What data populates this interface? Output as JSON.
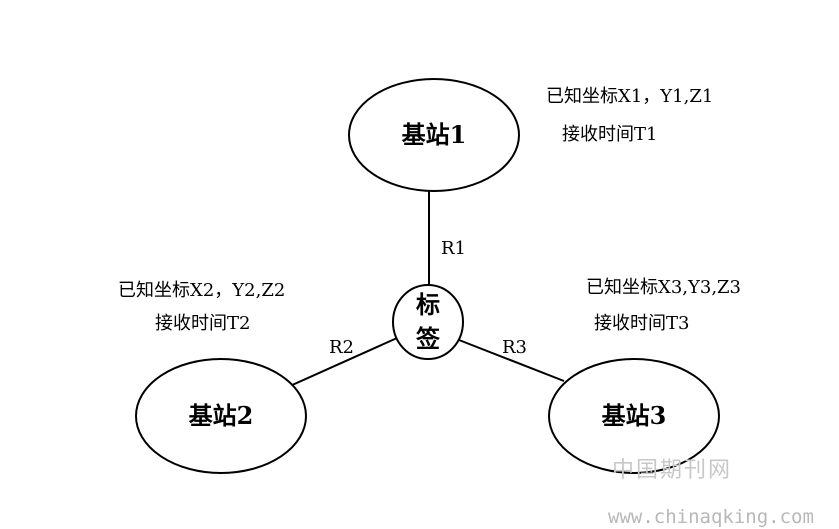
{
  "nodes": {
    "base1": {
      "label": "基站1"
    },
    "base2": {
      "label": "基站2"
    },
    "base3": {
      "label": "基站3"
    },
    "tag": {
      "line1": "标",
      "line2": "签"
    }
  },
  "edges": {
    "r1": "R1",
    "r2": "R2",
    "r3": "R3"
  },
  "annotations": {
    "base1_coord": "已知坐标X1，Y1,Z1",
    "base1_time": "接收时间T1",
    "base2_coord": "已知坐标X2，Y2,Z2",
    "base2_time": "接收时间T2",
    "base3_coord": "已知坐标X3,Y3,Z3",
    "base3_time": "接收时间T3"
  },
  "watermark": {
    "site_name": "中国期刊网",
    "url": "www.chinaqking.com"
  }
}
